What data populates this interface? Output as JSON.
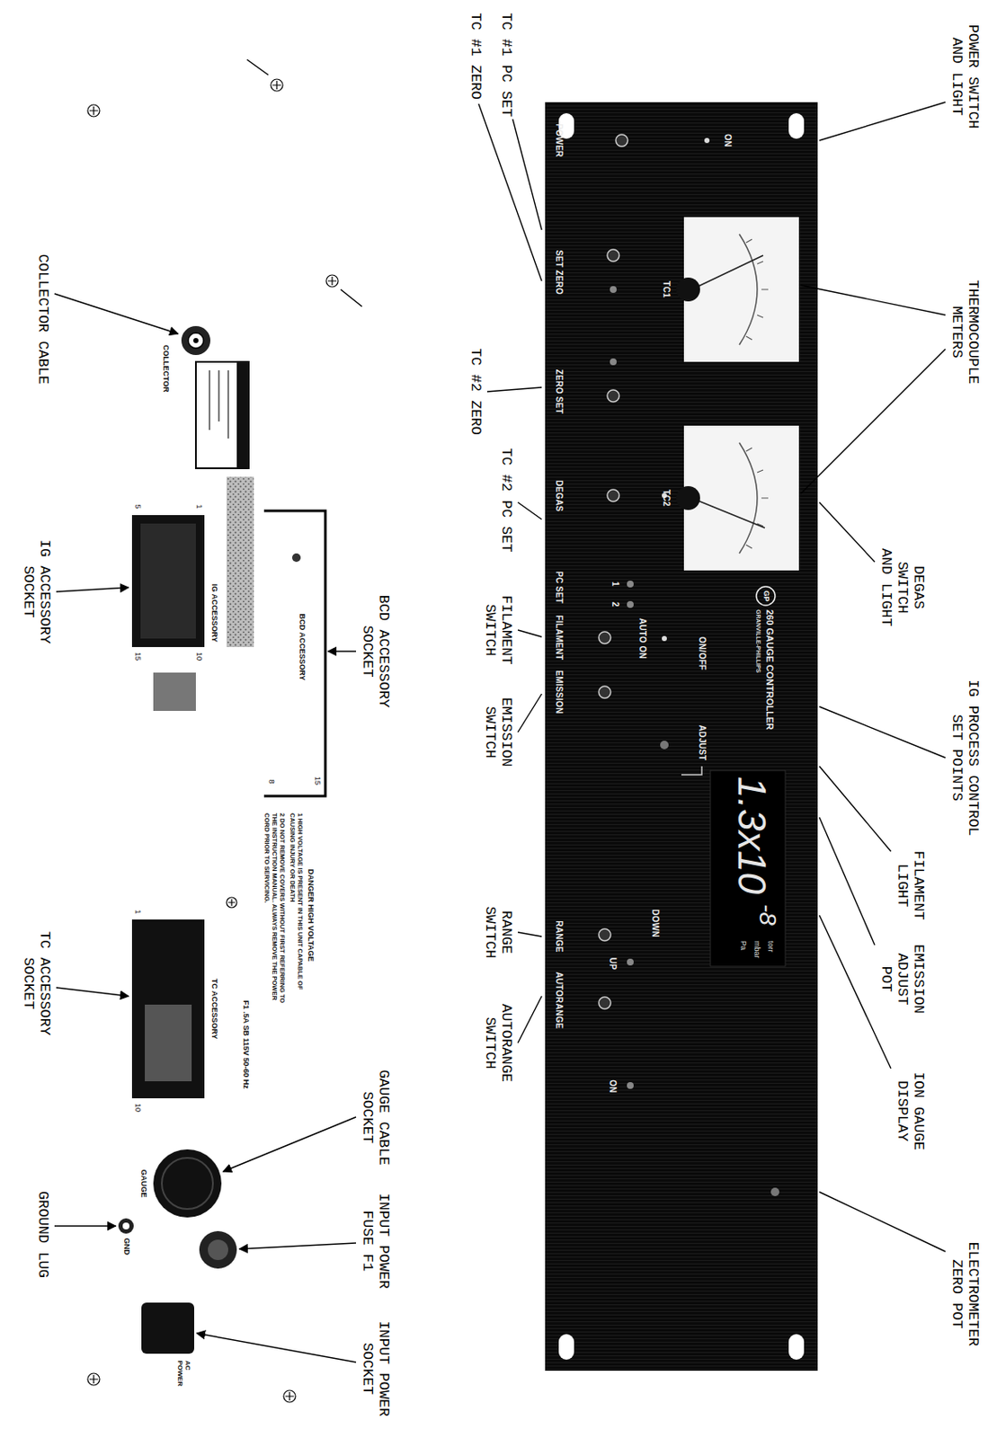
{
  "diagram": {
    "labels": [
      "POWER SWITCH AND LIGHT",
      "THERMOCOUPLE METERS",
      "DEGAS SWITCH AND LIGHT",
      "IG PROCESS CONTROL SET POINTS",
      "FILAMENT LIGHT",
      "EMISSION ADJUST POT",
      "ION GAUGE DISPLAY",
      "ELECTROMETER ZERO POT",
      "TC #1 PC SET",
      "TC #1 ZERO",
      "TC #2 ZERO",
      "TC #2 PC SET",
      "FILAMENT SWITCH",
      "EMISSION SWITCH",
      "RANGE SWITCH",
      "AUTORANGE SWITCH",
      "BCD ACCESSORY SOCKET",
      "GAUGE CABLE SOCKET",
      "INPUT POWER FUSE F1",
      "INPUT POWER SOCKET",
      "COLLECTOR CABLE",
      "IG ACCESSORY SOCKET",
      "TC ACCESSORY SOCKET",
      "GROUND LUG",
      "ON",
      "TC1",
      "TC2",
      "POWER",
      "SET ZERO",
      "ZERO SET",
      "DEGAS",
      "PC SET",
      "FILAMENT",
      "EMISSION",
      "1",
      "2",
      "AUTO ON",
      "ON/OFF",
      "ADJUST",
      "260 GAUGE CONTROLLER",
      "GRANVILLE-PHILLIPS",
      "1.3x10",
      "-8",
      "torr",
      "mbar",
      "Pa",
      "DOWN",
      "UP",
      "ON",
      "RANGE",
      "AUTORANGE",
      "GP",
      "COLLECTOR",
      "BCD ACCESSORY",
      "15",
      "8",
      "IG ACCESSORY",
      "1",
      "5",
      "10",
      "15",
      "DANGER HIGH VOLTAGE",
      "1 HIGH VOLTAGE IS PRESENT IN THIS UNIT CAPABLE OF CAUSING INJURY OR DEATH",
      "2 DO NOT REMOVE COVERS WITHOUT FIRST REFERRING TO THE INSTRUCTION MANUAL. ALWAYS REMOVE THE POWER CORD PRIOR TO SERVICING.",
      "TC ACCESSORY",
      "1",
      "10",
      "F1 .5A SB 115V 50-60 Hz",
      "GAUGE",
      "GND",
      "AC POWER"
    ]
  }
}
